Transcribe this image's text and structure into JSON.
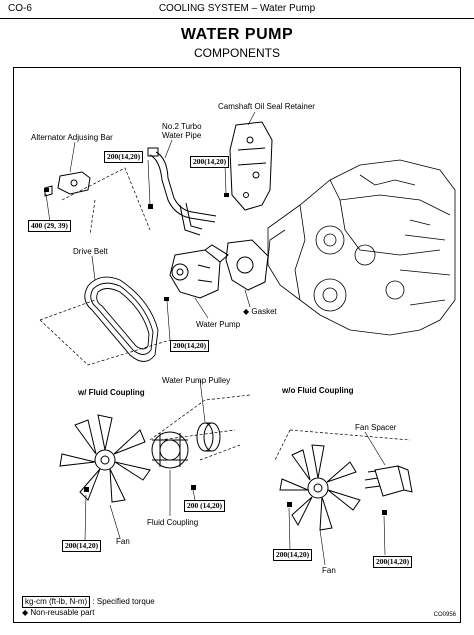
{
  "header": {
    "page_number": "CO-6",
    "section_title": "COOLING SYSTEM  –  Water Pump"
  },
  "title": "WATER PUMP",
  "subtitle": "COMPONENTS",
  "labels": {
    "camshaft": "Camshaft Oil Seal Retainer",
    "turbo_line1": "No.2 Turbo",
    "turbo_line2": "Water Pipe",
    "alternator": "Alternator Adjusing Bar",
    "drive_belt": "Drive Belt",
    "gasket": "Gasket",
    "water_pump": "Water Pump",
    "pulley": "Water Pump Pulley",
    "with_fluid": "w/ Fluid Coupling",
    "without_fluid": "w/o Fluid Coupling",
    "fan_spacer": "Fan Spacer",
    "fluid_coupling": "Fluid Coupling",
    "fan_left": "Fan",
    "fan_right": "Fan",
    "gasket_mark": "◆"
  },
  "torques": {
    "t1": "200(14,20)",
    "t2": "200(14,20)",
    "t3": "400 (29, 39)",
    "t4": "200(14,20)",
    "t5": "200 (14,20)",
    "t6": "200(14,20)",
    "t7": "200(14,20)",
    "t8": "200(14,20)"
  },
  "legend": {
    "unit": "kg-cm (ft-lb, N-m)",
    "torque_text": ": Specified torque",
    "mark": "◆",
    "nonreusable_text": "Non-reusable part"
  },
  "figure_code": "CO0956"
}
